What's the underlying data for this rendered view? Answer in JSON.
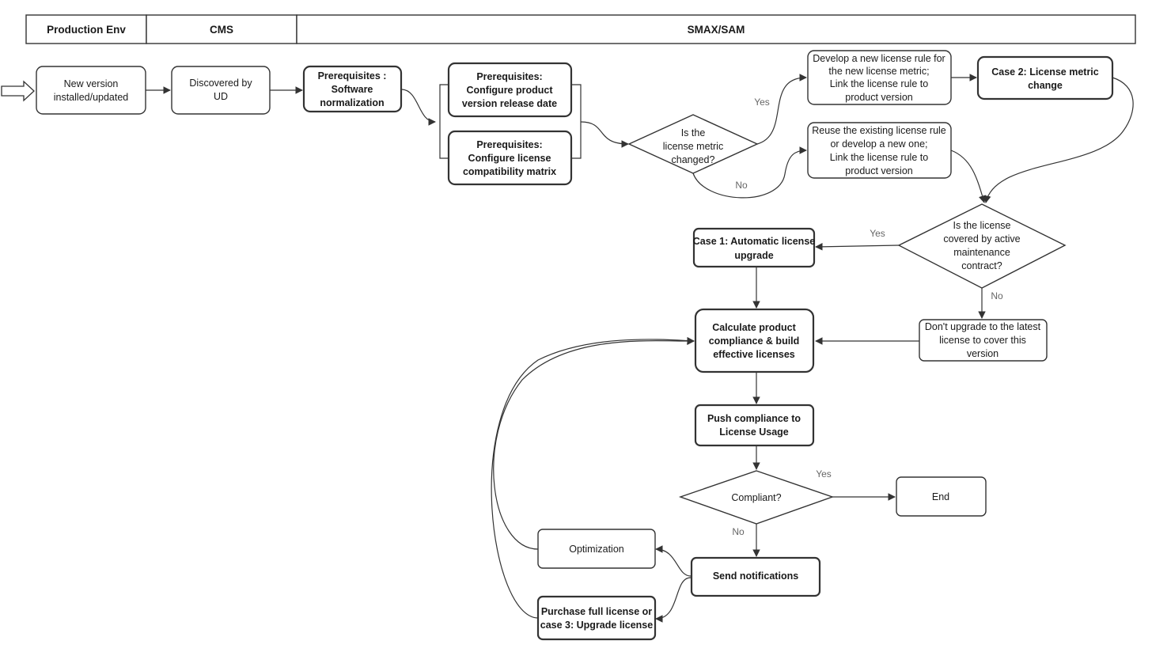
{
  "lanes": {
    "production_env": "Production Env",
    "cms": "CMS",
    "smax_sam": "SMAX/SAM"
  },
  "nodes": {
    "new_version": [
      "New version",
      "installed/updated"
    ],
    "discovered": [
      "Discovered by",
      "UD"
    ],
    "prereq_normalization": [
      "Prerequisites :",
      "Software",
      "normalization"
    ],
    "prereq_release_date": [
      "Prerequisites:",
      "Configure product",
      "version release date"
    ],
    "prereq_matrix": [
      "Prerequisites:",
      "Configure license",
      "compatibility matrix"
    ],
    "metric_changed": [
      "Is the",
      "license metric",
      "changed?"
    ],
    "develop_new_rule": [
      "Develop a new license rule for",
      "the new license metric;",
      "Link the license rule to",
      "product version"
    ],
    "reuse_rule": [
      "Reuse the existing license rule",
      "or develop a new one;",
      "Link the license rule to",
      "product version"
    ],
    "case2": [
      "Case 2: License metric",
      "change"
    ],
    "covered_maintenance": [
      "Is the license",
      "covered by active",
      "maintenance",
      "contract?"
    ],
    "case1": [
      "Case 1: Automatic license",
      "upgrade"
    ],
    "dont_upgrade": [
      "Don't upgrade to the latest",
      "license to cover this",
      "version"
    ],
    "calculate": [
      "Calculate product",
      "compliance & build",
      "effective licenses"
    ],
    "push": [
      "Push compliance to",
      "License Usage"
    ],
    "compliant": [
      "Compliant?"
    ],
    "end": [
      "End"
    ],
    "send_notifications": [
      "Send notifications"
    ],
    "optimization": [
      "Optimization"
    ],
    "purchase": [
      "Purchase full license or",
      "case 3: Upgrade license"
    ]
  },
  "edge_labels": {
    "metric_yes": "Yes",
    "metric_no": "No",
    "covered_yes": "Yes",
    "covered_no": "No",
    "compliant_yes": "Yes",
    "compliant_no": "No"
  }
}
